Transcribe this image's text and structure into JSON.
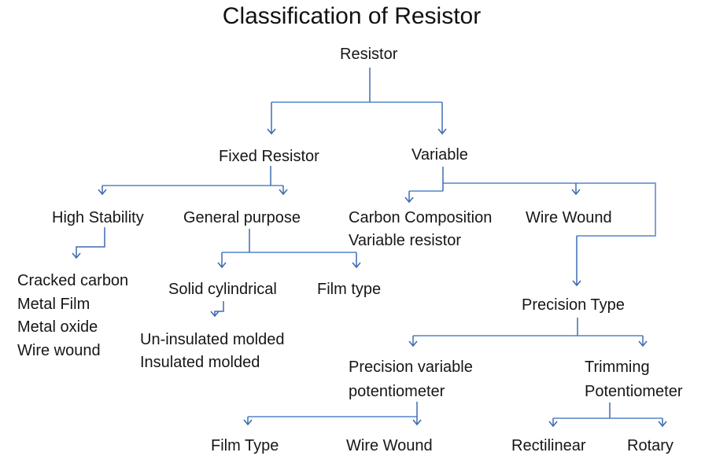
{
  "title": "Classification of Resistor",
  "colors": {
    "line_light": "#7ea3d6",
    "line_dark": "#3e6cb2",
    "text": "#161616"
  },
  "nodes": {
    "root": "Resistor",
    "fixed": "Fixed Resistor",
    "variable": "Variable",
    "high_stability": "High Stability",
    "general_purpose": "General purpose",
    "carbon_composition": [
      "Carbon Composition",
      "Variable resistor"
    ],
    "wire_wound": "Wire Wound",
    "high_stability_types": [
      "Cracked carbon",
      "Metal Film",
      "Metal oxide",
      "Wire wound"
    ],
    "solid_cylindrical": "Solid cylindrical",
    "film_type": "Film type",
    "molded_types": [
      "Un-insulated molded",
      "Insulated molded"
    ],
    "precision_type": "Precision Type",
    "precision_variable": [
      "Precision variable",
      "potentiometer"
    ],
    "trimming": [
      "Trimming",
      "Potentiometer"
    ],
    "precision_film_type": "Film Type",
    "precision_wire_wound": "Wire Wound",
    "rectilinear": "Rectilinear",
    "rotary": "Rotary"
  }
}
